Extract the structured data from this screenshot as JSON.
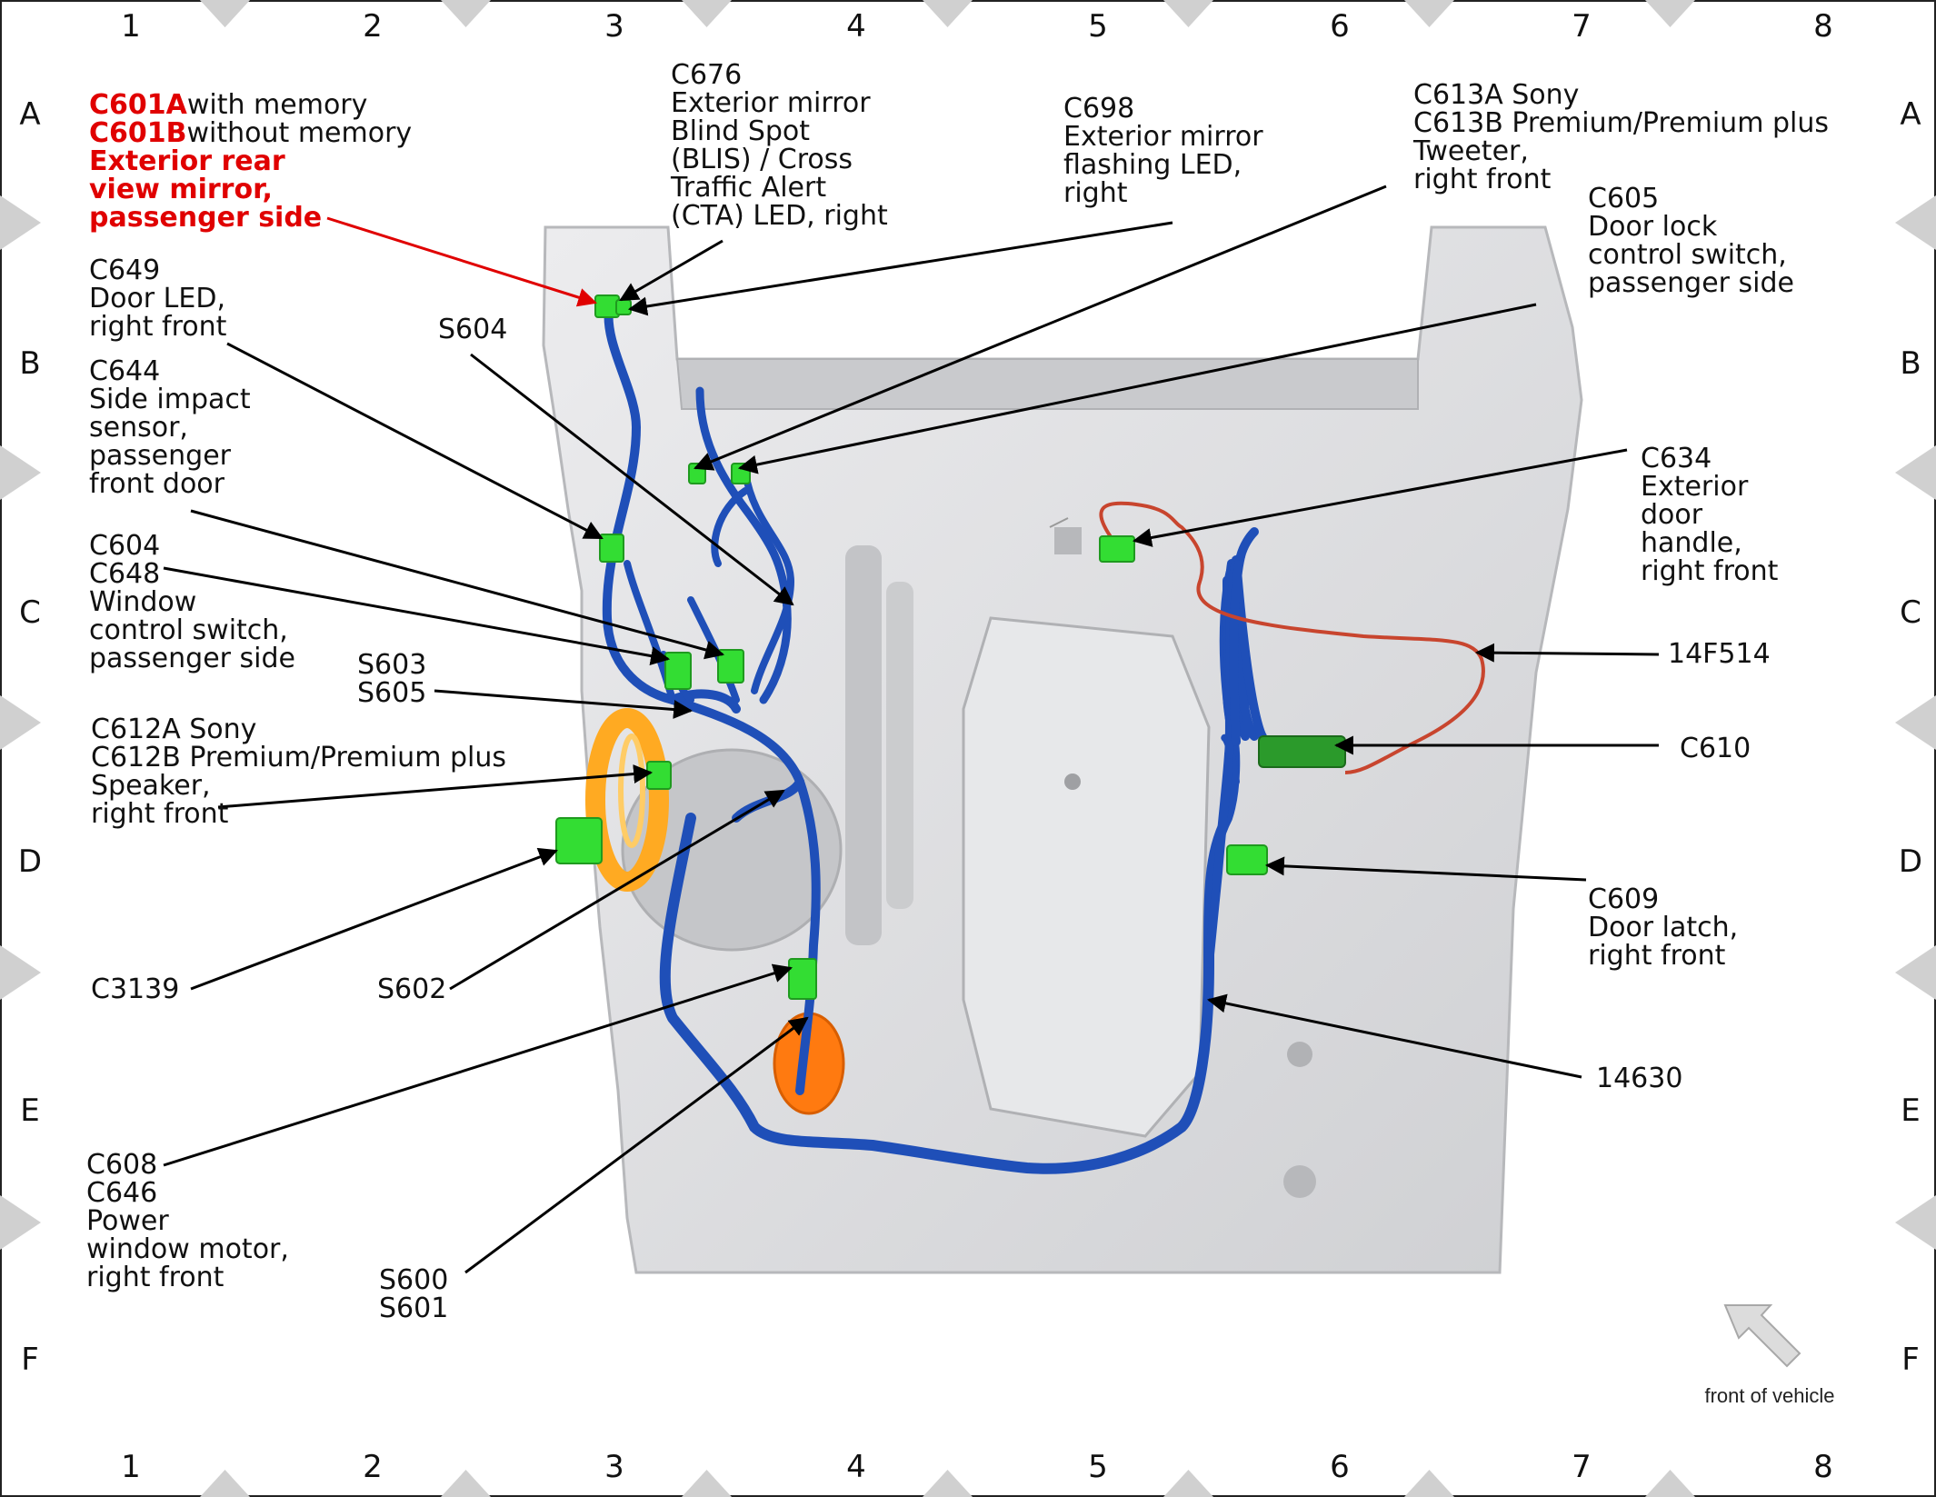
{
  "grid": {
    "columns": [
      "1",
      "2",
      "3",
      "4",
      "5",
      "6",
      "7",
      "8"
    ],
    "rows": [
      "A",
      "B",
      "C",
      "D",
      "E",
      "F"
    ]
  },
  "callouts": [
    {
      "id": "c601",
      "lines": [
        [
          {
            "t": "C601A",
            "red": true
          },
          {
            "t": "with memory"
          }
        ],
        [
          {
            "t": "C601B",
            "red": true
          },
          {
            "t": "without memory"
          }
        ],
        [
          {
            "t": "Exterior rear",
            "red": true
          }
        ],
        [
          {
            "t": "view mirror,",
            "red": true
          }
        ],
        [
          {
            "t": "passenger side",
            "red": true
          }
        ]
      ]
    },
    {
      "id": "c676",
      "lines": [
        [
          {
            "t": "C676"
          }
        ],
        [
          {
            "t": "Exterior mirror"
          }
        ],
        [
          {
            "t": "Blind Spot"
          }
        ],
        [
          {
            "t": "(BLIS) / Cross"
          }
        ],
        [
          {
            "t": "Traffic Alert"
          }
        ],
        [
          {
            "t": "(CTA) LED, right"
          }
        ]
      ]
    },
    {
      "id": "c698",
      "lines": [
        [
          {
            "t": "C698"
          }
        ],
        [
          {
            "t": "Exterior mirror"
          }
        ],
        [
          {
            "t": "flashing LED,"
          }
        ],
        [
          {
            "t": "right"
          }
        ]
      ]
    },
    {
      "id": "c613",
      "lines": [
        [
          {
            "t": "C613A  Sony"
          }
        ],
        [
          {
            "t": "C613B  Premium/Premium plus"
          }
        ],
        [
          {
            "t": "Tweeter,"
          }
        ],
        [
          {
            "t": "right front"
          }
        ]
      ]
    },
    {
      "id": "c605",
      "lines": [
        [
          {
            "t": "C605"
          }
        ],
        [
          {
            "t": "Door lock"
          }
        ],
        [
          {
            "t": "control switch,"
          }
        ],
        [
          {
            "t": "passenger side"
          }
        ]
      ]
    },
    {
      "id": "c649",
      "lines": [
        [
          {
            "t": "C649"
          }
        ],
        [
          {
            "t": "Door LED,"
          }
        ],
        [
          {
            "t": "right front"
          }
        ]
      ]
    },
    {
      "id": "s604",
      "lines": [
        [
          {
            "t": "S604"
          }
        ]
      ]
    },
    {
      "id": "c644",
      "lines": [
        [
          {
            "t": "C644"
          }
        ],
        [
          {
            "t": "Side impact"
          }
        ],
        [
          {
            "t": "sensor,"
          }
        ],
        [
          {
            "t": "passenger"
          }
        ],
        [
          {
            "t": "front door"
          }
        ]
      ]
    },
    {
      "id": "c634",
      "lines": [
        [
          {
            "t": "C634"
          }
        ],
        [
          {
            "t": "Exterior"
          }
        ],
        [
          {
            "t": "door"
          }
        ],
        [
          {
            "t": "handle,"
          }
        ],
        [
          {
            "t": "right front"
          }
        ]
      ]
    },
    {
      "id": "c604",
      "lines": [
        [
          {
            "t": "C604"
          }
        ],
        [
          {
            "t": "C648"
          }
        ],
        [
          {
            "t": "Window"
          }
        ],
        [
          {
            "t": "control switch,"
          }
        ],
        [
          {
            "t": "passenger side"
          }
        ]
      ]
    },
    {
      "id": "s603",
      "lines": [
        [
          {
            "t": "S603"
          }
        ],
        [
          {
            "t": "S605"
          }
        ]
      ]
    },
    {
      "id": "w14f514",
      "lines": [
        [
          {
            "t": "14F514"
          }
        ]
      ]
    },
    {
      "id": "c612",
      "lines": [
        [
          {
            "t": "C612A  Sony"
          }
        ],
        [
          {
            "t": "C612B Premium/Premium plus"
          }
        ],
        [
          {
            "t": "Speaker,"
          }
        ],
        [
          {
            "t": "right front"
          }
        ]
      ]
    },
    {
      "id": "c610",
      "lines": [
        [
          {
            "t": "C610"
          }
        ]
      ]
    },
    {
      "id": "c609",
      "lines": [
        [
          {
            "t": "C609"
          }
        ],
        [
          {
            "t": "Door latch,"
          }
        ],
        [
          {
            "t": "right front"
          }
        ]
      ]
    },
    {
      "id": "c3139",
      "lines": [
        [
          {
            "t": "C3139"
          }
        ]
      ]
    },
    {
      "id": "s602",
      "lines": [
        [
          {
            "t": "S602"
          }
        ]
      ]
    },
    {
      "id": "w14630",
      "lines": [
        [
          {
            "t": "14630"
          }
        ]
      ]
    },
    {
      "id": "c608",
      "lines": [
        [
          {
            "t": "C608"
          }
        ],
        [
          {
            "t": "C646"
          }
        ],
        [
          {
            "t": "Power"
          }
        ],
        [
          {
            "t": "window motor,"
          }
        ],
        [
          {
            "t": "right front"
          }
        ]
      ]
    },
    {
      "id": "s600",
      "lines": [
        [
          {
            "t": "S600"
          }
        ],
        [
          {
            "t": "S601"
          }
        ]
      ]
    }
  ],
  "front_of_vehicle": "front of vehicle",
  "colors": {
    "harness_main": "#1f4fb8",
    "harness_secondary": "#c8452e",
    "connector": "#33dd33",
    "door_panel": "#d9dadc",
    "speaker": "#ffaa22",
    "motor": "#ff7a10",
    "red_leader": "#e00000"
  }
}
